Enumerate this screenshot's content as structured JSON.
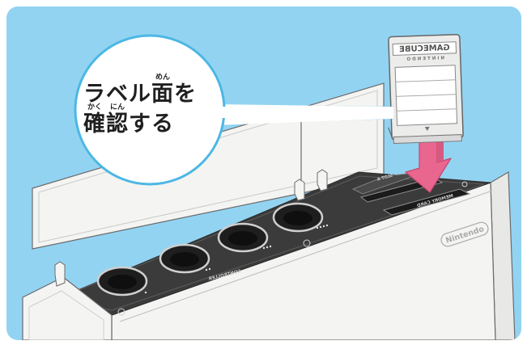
{
  "callout": {
    "line1_pre": "ラベル",
    "line1_kanji": "面",
    "line1_kanji_ruby": "めん",
    "line1_post": "を",
    "line2_kanji1": "確",
    "line2_kanji1_ruby": "かく",
    "line2_kanji2": "認",
    "line2_kanji2_ruby": "にん",
    "line2_post": "する"
  },
  "memory_card": {
    "label": "GAMECUBE",
    "sublabel": "NINTENDO"
  },
  "console": {
    "brand": "Nintendo",
    "controller_label": "CONTROLLER",
    "memory_card_label": "MEMORY CARD",
    "slot_label": "SLOT A"
  },
  "colors": {
    "background": "#93d3f2",
    "console_top": "#3d3d3d",
    "console_body": "#f4f4f2",
    "arrow": "#e9678f",
    "callout_border": "#4cb7e4"
  }
}
